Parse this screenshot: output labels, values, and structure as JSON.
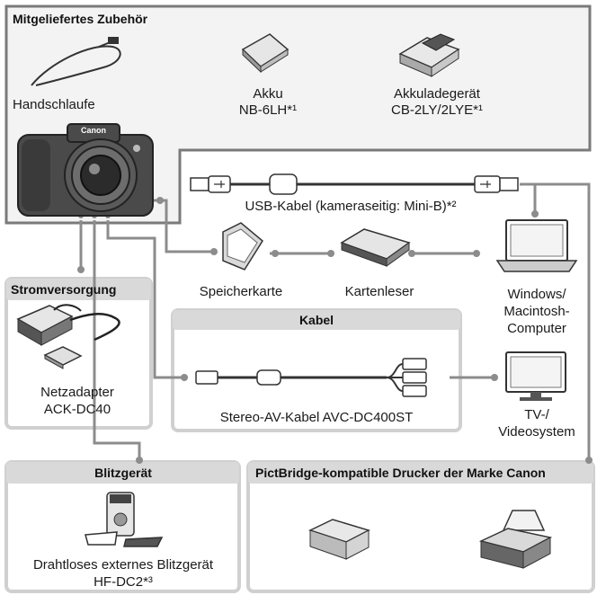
{
  "sections": {
    "supplied": "Mitgeliefertes Zubehör",
    "power": "Stromversorgung",
    "cables": "Kabel",
    "flash": "Blitzgerät",
    "printers": "PictBridge-kompatible Drucker der Marke Canon"
  },
  "items": {
    "strap": "Handschlaufe",
    "battery_line1": "Akku",
    "battery_line2": "NB-6LH*¹",
    "charger_line1": "Akkuladegerät",
    "charger_line2": "CB-2LY/2LYE*¹",
    "usb_cable": "USB-Kabel (kameraseitig: Mini-B)*²",
    "memory_card": "Speicherkarte",
    "card_reader": "Kartenleser",
    "computer_line1": "Windows/",
    "computer_line2": "Macintosh-",
    "computer_line3": "Computer",
    "adapter_line1": "Netzadapter",
    "adapter_line2": "ACK-DC40",
    "av_cable": "Stereo-AV-Kabel AVC-DC400ST",
    "tv_line1": "TV-/",
    "tv_line2": "Videosystem",
    "flash_line1": "Drahtloses externes Blitzgerät",
    "flash_line2": "HF-DC2*³",
    "camera_brand": "Canon"
  },
  "colors": {
    "panel_border": "#7a7a7a",
    "panel_fill": "#f2f2f2",
    "header_fill": "#d9d9d9",
    "connector": "#8c8c8c",
    "device": "#3a3a3a"
  }
}
